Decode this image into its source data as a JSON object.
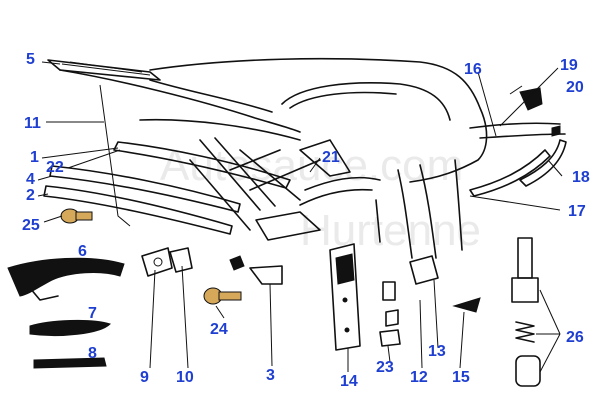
{
  "watermark": {
    "line1": "Autosauce.com",
    "line2": "Hurtenne"
  },
  "colors": {
    "callout": "#1f3fd0",
    "ink": "#111111",
    "brass": "#d6a85a",
    "watermark": "#d9d9d9"
  },
  "callouts": {
    "c1": "1",
    "c2": "2",
    "c4": "4",
    "c5": "5",
    "c6": "6",
    "c7": "7",
    "c8": "8",
    "c9": "9",
    "c10": "10",
    "c11": "11",
    "c12": "12",
    "c13": "13",
    "c14": "14",
    "c15": "15",
    "c16": "16",
    "c17": "17",
    "c18": "18",
    "c19": "19",
    "c20": "20",
    "c21": "21",
    "c22": "22",
    "c23": "23",
    "c24": "24",
    "c25": "25",
    "c26": "26",
    "c3": "3"
  }
}
